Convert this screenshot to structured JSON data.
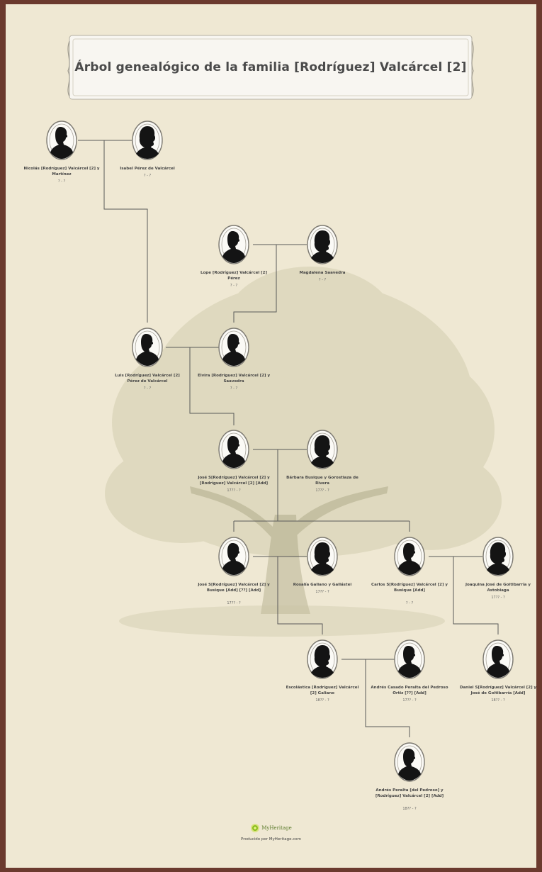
{
  "title": "Árbol genealógico de la familia [Rodríguez] Valcárcel [2]",
  "colors": {
    "frame": "#6b3a2e",
    "paper": "#efe8d3",
    "line": "#5a5a5a",
    "silhouette": "#141414",
    "tree": "#a8a678"
  },
  "icons": {
    "portrait": "cameo-silhouette-icon",
    "footer_logo": "myheritage-leaf-icon"
  },
  "people": {
    "p1": {
      "name": "Nicolás [Rodríguez] Valcárcel [2] y Martínez",
      "dates": "? - ?"
    },
    "p2": {
      "name": "Isabel Pérez de Valcárcel",
      "dates": "? - ?"
    },
    "p3": {
      "name": "Lope [Rodríguez] Valcárcel [2] Pérez",
      "dates": "? - ?"
    },
    "p4": {
      "name": "Magdalena Saavedra",
      "dates": "? - ?"
    },
    "p5": {
      "name": "Luis [Rodríguez] Valcárcel [2] Pérez de Valcárcel",
      "dates": "? - ?"
    },
    "p6": {
      "name": "Elvira [Rodríguez] Valcárcel [2] y Saavedra",
      "dates": "? - ?"
    },
    "p7": {
      "name": "José S[Rodríguez] Valcárcel [2] y [Rodríguez] Valcárcel [2] [Add]",
      "dates": "17?? - ?"
    },
    "p8": {
      "name": "Bárbara Busique y Gorostiaza de Rivera",
      "dates": "17?? - ?"
    },
    "p9": {
      "name": "José S[Rodríguez] Valcárcel [2] y Busique [Add] [??] [Add]",
      "dates": "17?? - ?"
    },
    "p10": {
      "name": "Rosalía Galiano y Gallástei",
      "dates": "17?? - ?"
    },
    "p11": {
      "name": "Carlos S[Rodríguez] Valcárcel [2] y Busique [Add]",
      "dates": "? - ?"
    },
    "p12": {
      "name": "Joaquina José de Goitibarría y Astobiaga",
      "dates": "17?? - ?"
    },
    "p13": {
      "name": "Escolástica [Rodríguez] Valcárcel [2] Galiano",
      "dates": "18?? - ?"
    },
    "p14": {
      "name": "Andrés Casado Peralta del Pedroso Ortiz [??] [Add]",
      "dates": "17?? - ?"
    },
    "p15": {
      "name": "Daniel S[Rodríguez] Valcárcel [2] y José de Goitibarría [Add]",
      "dates": "18?? - ?"
    },
    "p16": {
      "name": "Andrés Peralta [del Pedroso] y [Rodríguez] Valcárcel [2] [Add]",
      "dates": "18?? - ?"
    }
  },
  "footer": {
    "brand": "MyHeritage",
    "text": "Producido por MyHeritage.com"
  }
}
